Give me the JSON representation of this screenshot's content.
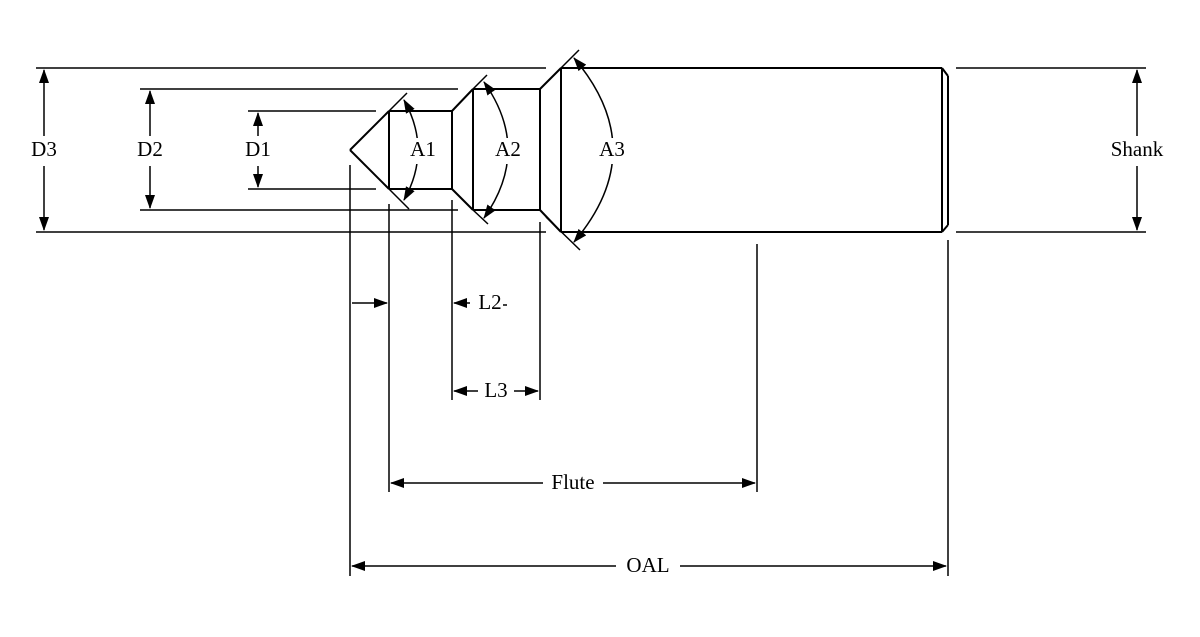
{
  "labels": {
    "d1": "D1",
    "d2": "D2",
    "d3": "D3",
    "a1": "A1",
    "a2": "A2",
    "a3": "A3",
    "shank": "Shank",
    "l2": "L2",
    "l3": "L3",
    "flute": "Flute",
    "oal": "OAL"
  }
}
